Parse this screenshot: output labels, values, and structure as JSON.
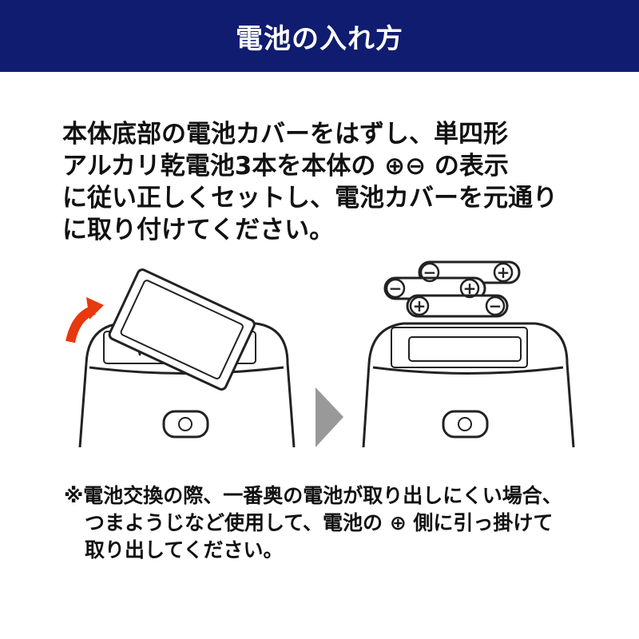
{
  "header": {
    "title": "電池の入れ方"
  },
  "instructions": {
    "lines": [
      "本体底部の電池カバーをはずし、単四形",
      "アルカリ乾電池3本を本体の ⊕⊖ の表示",
      "に従い正しくセットし、電池カバーを元通り",
      "に取り付けてください。"
    ]
  },
  "illustration": {
    "plus": "+",
    "minus": "−"
  },
  "note": {
    "lines": [
      "※電池交換の際、一番奥の電池が取り出しにくい場合、",
      "つまようじなど使用して、電池の ⊕ 側に引っ掛けて",
      "取り出してください。"
    ]
  },
  "colors": {
    "header": "#101c70",
    "arrow": "#e8380d",
    "step_arrow": "#999999"
  }
}
